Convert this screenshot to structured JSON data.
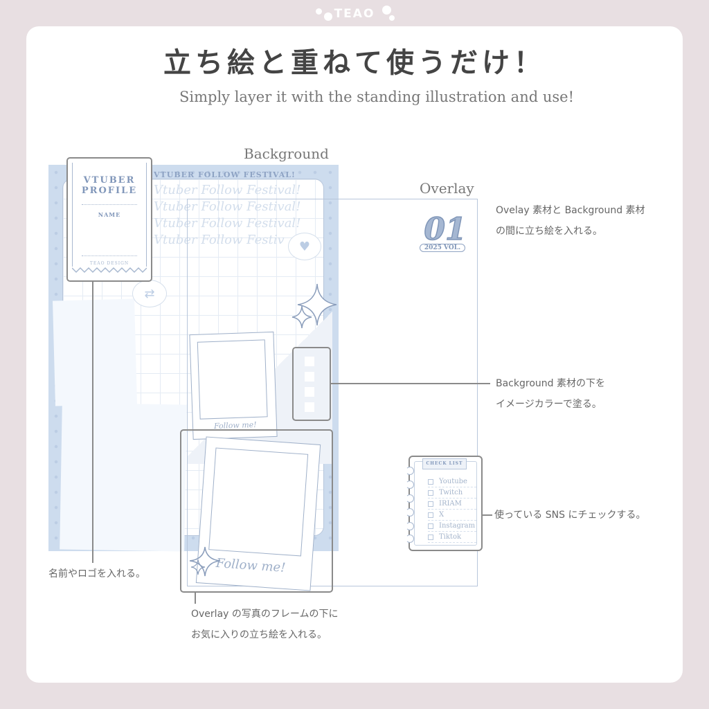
{
  "brand": {
    "name": "TEAO",
    "icon": "flower-dots-logo"
  },
  "header": {
    "title": "立ち絵と重ねて使うだけ！",
    "subtitle": "Simply layer it with the standing illustration and use!"
  },
  "labels": {
    "background": "Background",
    "overlay": "Overlay"
  },
  "artwork": {
    "headline": "VTUBER FOLLOW FESTIVAL!",
    "script_lines": [
      "Vtuber Follow Festival!",
      "Vtuber Follow Festival!",
      "Vtuber Follow Festival!",
      "Vtuber Follow Festiv"
    ],
    "profile": {
      "title_line1": "VTUBER",
      "title_line2": "PROFILE",
      "name": "NAME",
      "design": "TEAO DESIGN"
    },
    "vol_badge": {
      "number": "01",
      "text": "2025 VOL."
    },
    "polaroid_back_caption": "Follow me!",
    "polaroid_front_caption": "Follow me!",
    "checklist": {
      "title": "CHECK LIST",
      "items": [
        "Youtube",
        "Twitch",
        "IRIAM",
        "X",
        "Instagram",
        "Tiktok"
      ]
    },
    "icons": {
      "heart_bubble": "heart-icon",
      "retweet_bubble": "retweet-icon",
      "sparkles": "sparkle-icon"
    }
  },
  "notes": {
    "overlay_between": [
      "Ovelay 素材と Background 素材",
      "の間に立ち絵を入れる。"
    ],
    "background_color": [
      "Background 素材の下を",
      "イメージカラーで塗る。"
    ],
    "sns_check": "使っている SNS にチェックする。",
    "name_logo": "名前やロゴを入れる。",
    "photo_frame": [
      "Overlay の写真のフレームの下に",
      "お気に入りの立ち絵を入れる。"
    ]
  },
  "colors": {
    "outer_bg": "#e8dfe2",
    "card_bg": "#ffffff",
    "accent_blue": "#cddcee",
    "line_blue": "#b7c6db",
    "callout_gray": "#8a8a8a",
    "text_gray": "#666666"
  }
}
